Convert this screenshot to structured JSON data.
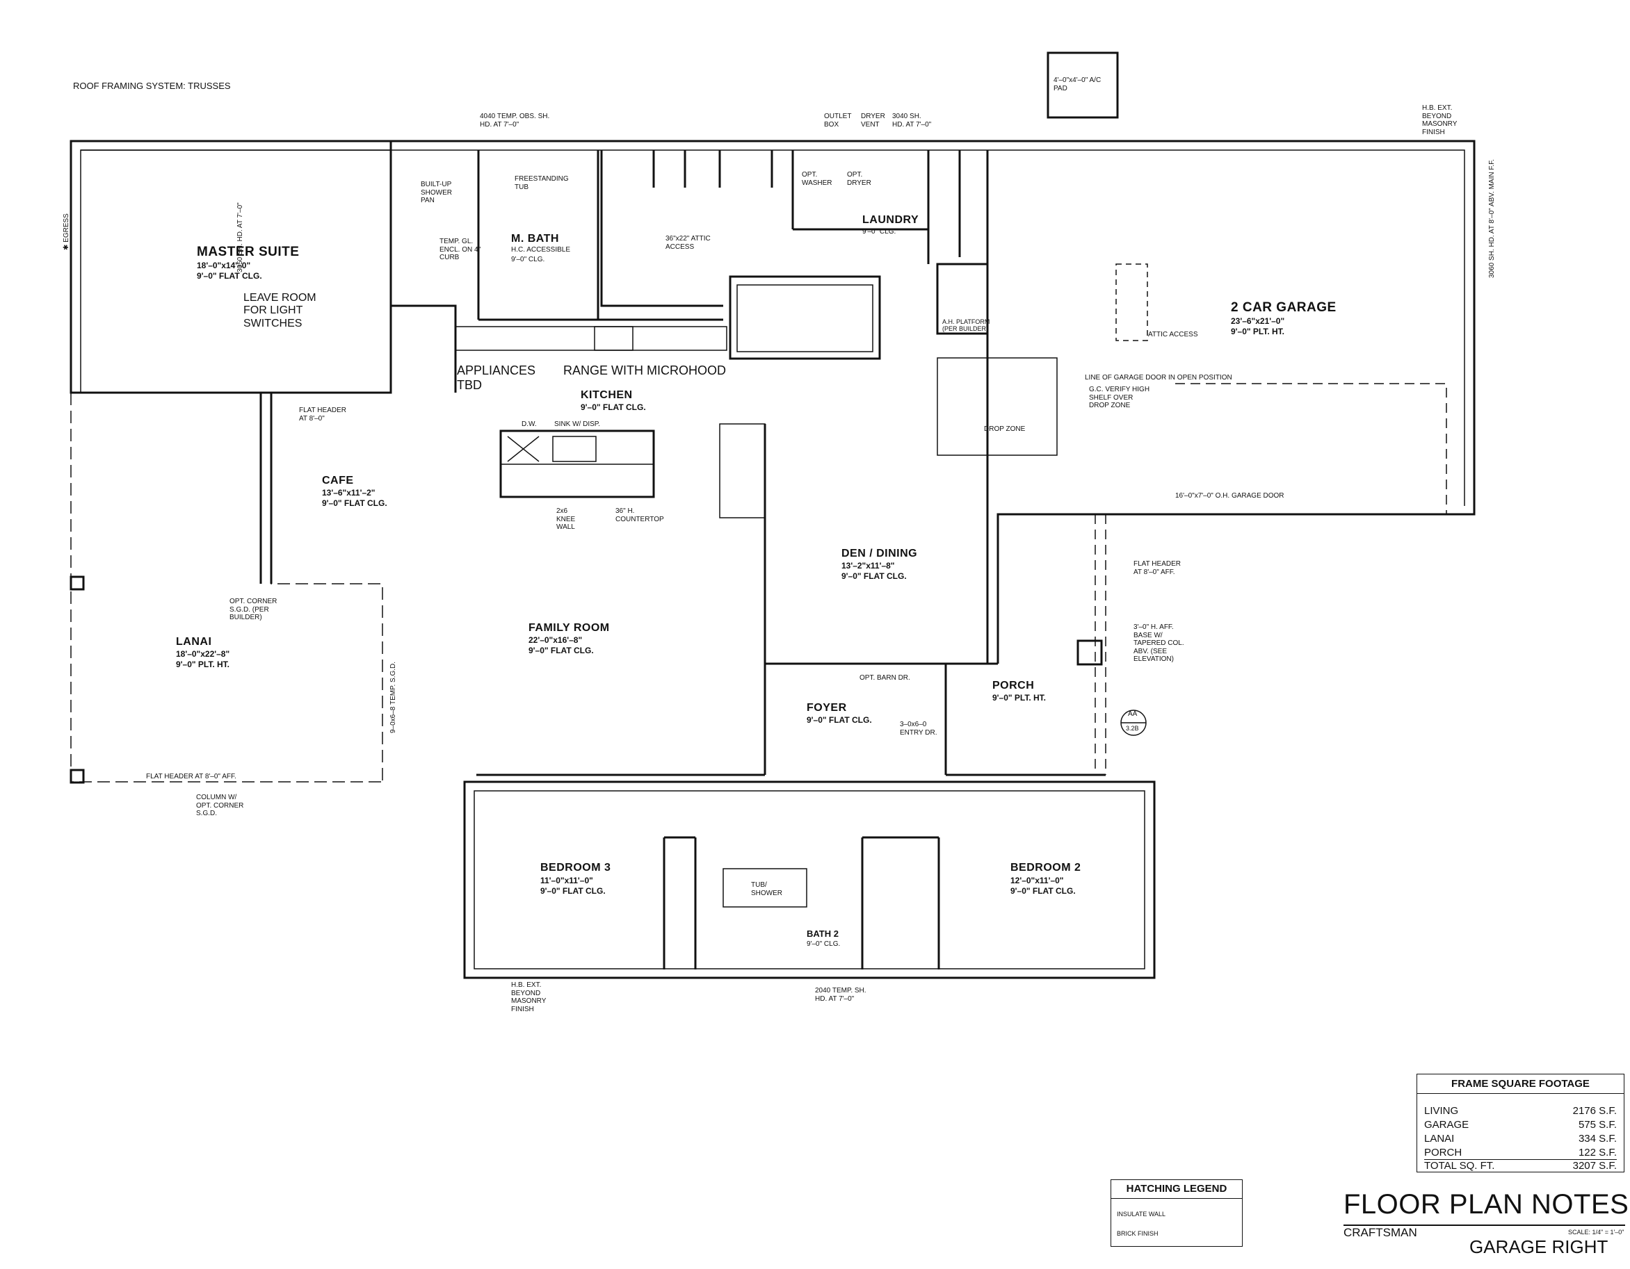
{
  "roof_note": "ROOF FRAMING SYSTEM: TRUSSES",
  "rooms": {
    "master": {
      "name": "MASTER SUITE",
      "size": "18'–0\"x14'–0\"",
      "ceiling": "9'–0\" FLAT CLG.",
      "note": "LEAVE ROOM FOR LIGHT SWITCHES"
    },
    "mbath": {
      "name": "M. BATH",
      "note1": "H.C. ACCESSIBLE",
      "note2": "9'–0\" CLG."
    },
    "laundry": {
      "name": "LAUNDRY",
      "ceiling": "9'–0\" CLG."
    },
    "garage": {
      "name": "2 CAR GARAGE",
      "size": "23'–6\"x21'–0\"",
      "ceiling": "9'–0\" PLT. HT."
    },
    "kitchen": {
      "name": "KITCHEN",
      "ceiling": "9'–0\" FLAT CLG."
    },
    "cafe": {
      "name": "CAFE",
      "size": "13'–6\"x11'–2\"",
      "ceiling": "9'–0\" FLAT CLG."
    },
    "lanai": {
      "name": "LANAI",
      "size": "18'–0\"x22'–8\"",
      "ceiling": "9'–0\" PLT. HT."
    },
    "family": {
      "name": "FAMILY ROOM",
      "size": "22'–0\"x16'–8\"",
      "ceiling": "9'–0\" FLAT CLG."
    },
    "den": {
      "name": "DEN / DINING",
      "size": "13'–2\"x11'–8\"",
      "ceiling": "9'–0\" FLAT CLG."
    },
    "foyer": {
      "name": "FOYER",
      "ceiling": "9'–0\" FLAT CLG."
    },
    "porch": {
      "name": "PORCH",
      "ceiling": "9'–0\" PLT. HT."
    },
    "bed3": {
      "name": "BEDROOM 3",
      "size": "11'–0\"x11'–0\"",
      "ceiling": "9'–0\" FLAT CLG."
    },
    "bed2": {
      "name": "BEDROOM 2",
      "size": "12'–0\"x11'–0\"",
      "ceiling": "9'–0\" FLAT CLG."
    },
    "bath2": {
      "name": "BATH 2",
      "ceiling": "9'–0\" CLG."
    }
  },
  "callouts": {
    "appliances": "APPLIANCES TBD",
    "range": "RANGE WITH MICROHOOD",
    "ac_pad": "4'–0\"x4'–0\" A/C PAD",
    "temp_obs": "4040 TEMP. OBS. SH. HD. AT 7'–0\"",
    "outlet_box": "OUTLET BOX",
    "dryer_vent": "DRYER VENT",
    "sh_3040": "3040 SH. HD. AT 7'–0\"",
    "hb_top": "H.B. EXT. BEYOND MASONRY FINISH",
    "hb_bottom": "H.B. EXT. BEYOND MASONRY FINISH",
    "freestanding": "FREESTANDING TUB",
    "shower_pan": "BUILT-UP SHOWER PAN",
    "temp_gl": "TEMP. GL. ENCL. ON 4\" CURB",
    "attic_access": "36\"x22\" ATTIC ACCESS",
    "opt_washer": "OPT. WASHER",
    "opt_dryer": "OPT. DRYER",
    "ah_platform": "A.H. PLATFORM (PER BUILDER)",
    "attic_access_garage": "ATTIC ACCESS",
    "gc_verify": "G.C. VERIFY HIGH SHELF OVER DROP ZONE",
    "drop_zone": "DROP ZONE",
    "garage_door_line": "LINE OF GARAGE DOOR IN OPEN POSITION",
    "garage_door": "16'–0\"x7'–0\" O.H. GARAGE DOOR",
    "flat_header_8": "FLAT HEADER AT 8'–0\"",
    "flat_header_aff": "FLAT HEADER AT 8'–0\" AFF.",
    "flat_header_lanai": "FLAT HEADER AT 8'–0\" AFF.",
    "sink": "SINK W/ DISP.",
    "dw": "D.W.",
    "knee_wall": "2x6 KNEE WALL",
    "countertop": "36\" H. COUNTERTOP",
    "opt_corner": "OPT. CORNER S.G.D. (PER BUILDER)",
    "column_opt": "COLUMN W/ OPT. CORNER S.G.D.",
    "sgd": "9–0x6–8 TEMP. S.G.D.",
    "porch_col": "3'–0\" H. AFF. BASE W/ TAPERED COL. ABV. (SEE ELEVATION)",
    "barn_dr": "OPT. BARN DR.",
    "entry_dr": "3–0x6–0 ENTRY DR.",
    "tub_shower": "TUB/ SHOWER",
    "sh_3050": "3050 SH. HD. AT 7'–0\"",
    "sh_3060": "3060 SH. HD. AT 8'–0\" ABV. MAIN F.F.",
    "temp_sh_2040": "2040 TEMP. SH. HD. AT 7'–0\"",
    "egress": "✱ EGRESS",
    "section_mark_top": "AA",
    "section_mark_bot": "3.2B"
  },
  "hatching_legend": {
    "title": "HATCHING LEGEND",
    "items": [
      {
        "label": "INSULATE WALL"
      },
      {
        "label": "BRICK FINISH"
      }
    ]
  },
  "square_footage": {
    "title": "FRAME SQUARE FOOTAGE",
    "rows": [
      {
        "label": "LIVING",
        "value": "2176 S.F."
      },
      {
        "label": "GARAGE",
        "value": "575 S.F."
      },
      {
        "label": "LANAI",
        "value": "334 S.F."
      },
      {
        "label": "PORCH",
        "value": "122 S.F."
      },
      {
        "label": "TOTAL SQ. FT.",
        "value": "3207 S.F."
      }
    ]
  },
  "title_block": {
    "title": "FLOOR PLAN NOTES",
    "style": "CRAFTSMAN",
    "scale": "SCALE: 1/4\" = 1'–0\"",
    "garage": "GARAGE RIGHT"
  }
}
